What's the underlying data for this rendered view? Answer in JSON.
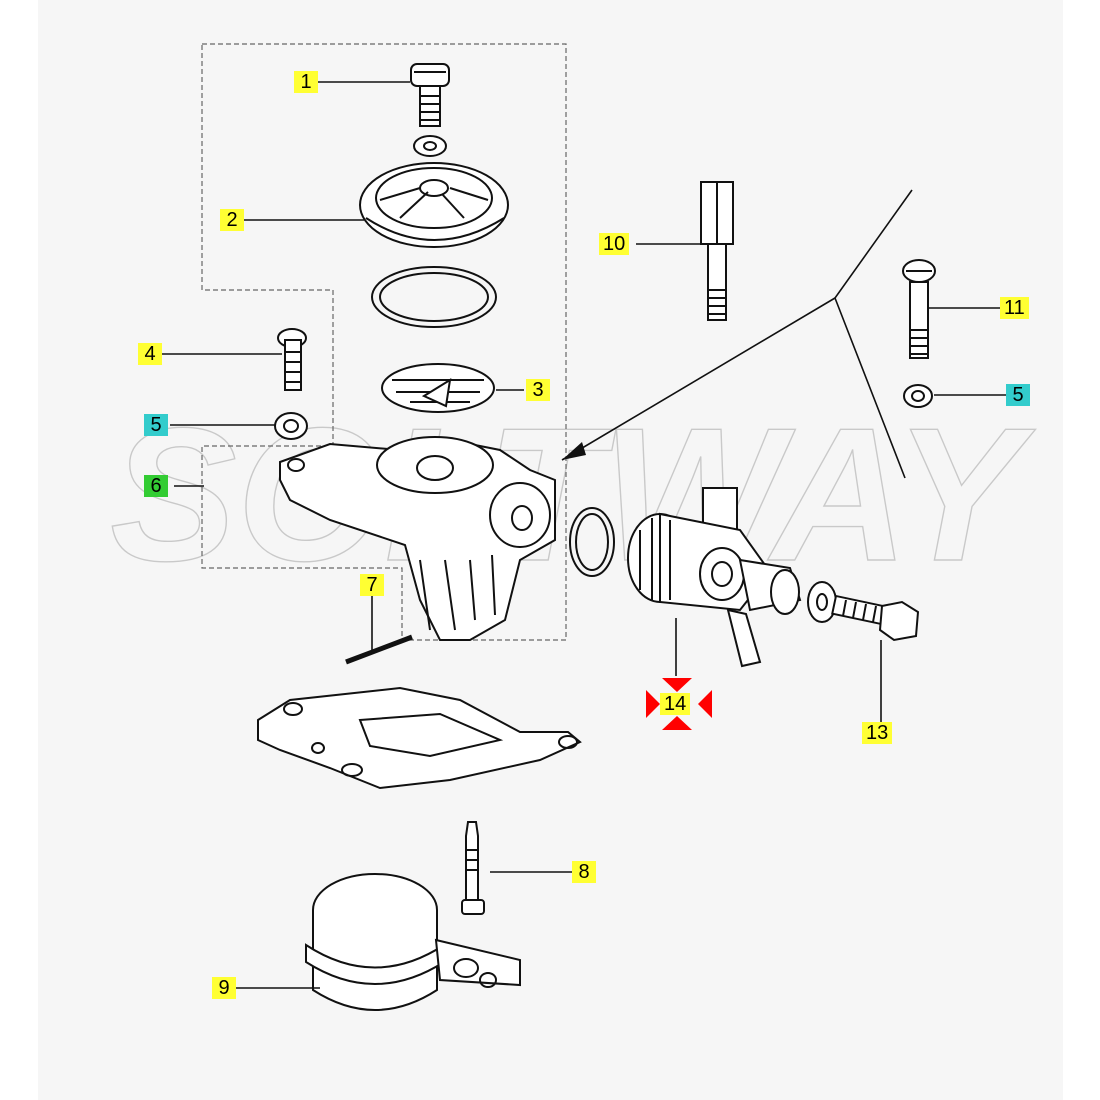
{
  "colors": {
    "panel": "#f6f6f6",
    "default_callout": "#ffff33",
    "variant_callout": "#33cccc",
    "body_callout": "#33cc33",
    "selected_marker": "#ff0000"
  },
  "watermark": {
    "text": "SOLTWAY"
  },
  "callouts": [
    {
      "id": "c1",
      "label": "1",
      "color": "#ffff33"
    },
    {
      "id": "c2",
      "label": "2",
      "color": "#ffff33"
    },
    {
      "id": "c3",
      "label": "3",
      "color": "#ffff33"
    },
    {
      "id": "c4",
      "label": "4",
      "color": "#ffff33"
    },
    {
      "id": "c5a",
      "label": "5",
      "color": "#33cccc"
    },
    {
      "id": "c5b",
      "label": "5",
      "color": "#33cccc"
    },
    {
      "id": "c6",
      "label": "6",
      "color": "#33cc33"
    },
    {
      "id": "c7",
      "label": "7",
      "color": "#ffff33"
    },
    {
      "id": "c8",
      "label": "8",
      "color": "#ffff33"
    },
    {
      "id": "c9",
      "label": "9",
      "color": "#ffff33"
    },
    {
      "id": "c10",
      "label": "10",
      "color": "#ffff33"
    },
    {
      "id": "c11",
      "label": "11",
      "color": "#ffff33"
    },
    {
      "id": "c13",
      "label": "13",
      "color": "#ffff33"
    },
    {
      "id": "c14",
      "label": "14",
      "color": "#ffff33",
      "selected": true
    }
  ]
}
